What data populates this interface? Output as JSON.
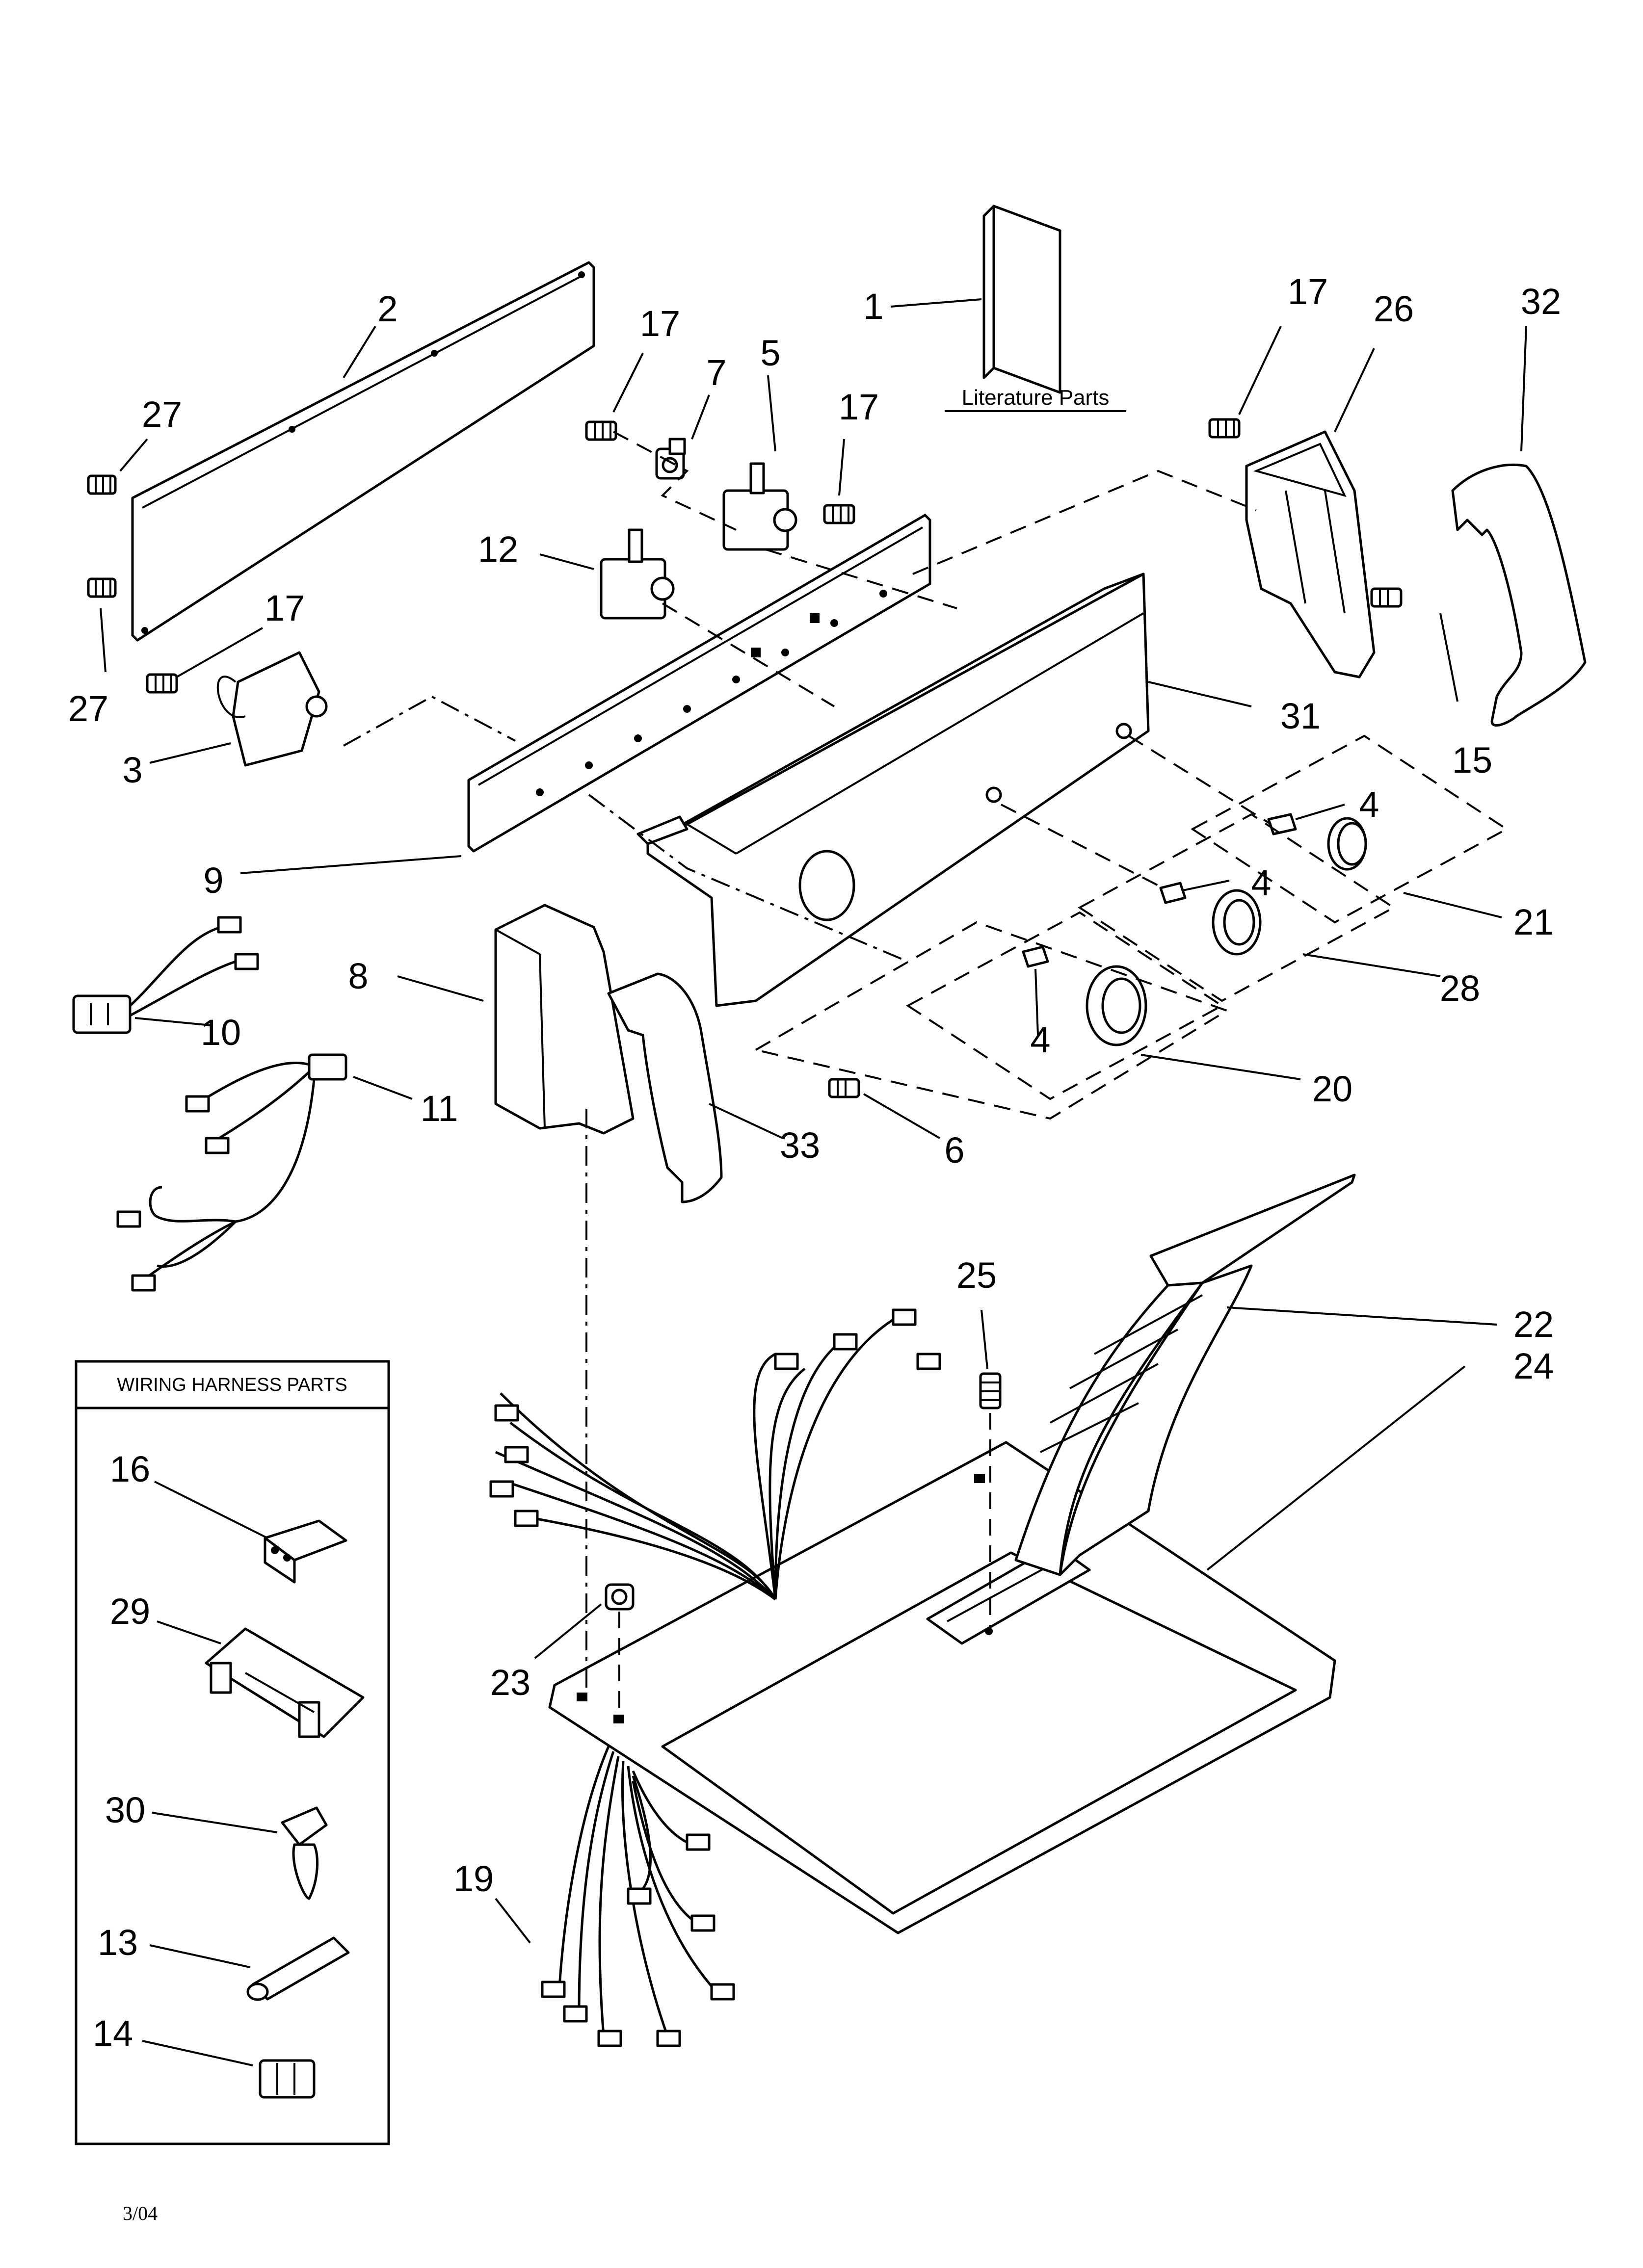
{
  "diagram": {
    "literature_label": "Literature Parts",
    "wiring_box_title": "WIRING HARNESS PARTS",
    "date_code": "3/04",
    "callouts": [
      {
        "id": "c1",
        "text": "1"
      },
      {
        "id": "c2",
        "text": "2"
      },
      {
        "id": "c27a",
        "text": "27"
      },
      {
        "id": "c27b",
        "text": "27"
      },
      {
        "id": "c17a",
        "text": "17"
      },
      {
        "id": "c7",
        "text": "7"
      },
      {
        "id": "c5",
        "text": "5"
      },
      {
        "id": "c17b",
        "text": "17"
      },
      {
        "id": "c17c",
        "text": "17"
      },
      {
        "id": "c26",
        "text": "26"
      },
      {
        "id": "c32",
        "text": "32"
      },
      {
        "id": "c12",
        "text": "12"
      },
      {
        "id": "c17d",
        "text": "17"
      },
      {
        "id": "c3",
        "text": "3"
      },
      {
        "id": "c31",
        "text": "31"
      },
      {
        "id": "c15",
        "text": "15"
      },
      {
        "id": "c9",
        "text": "9"
      },
      {
        "id": "c4a",
        "text": "4"
      },
      {
        "id": "c4b",
        "text": "4"
      },
      {
        "id": "c21",
        "text": "21"
      },
      {
        "id": "c8",
        "text": "8"
      },
      {
        "id": "c28",
        "text": "28"
      },
      {
        "id": "c10",
        "text": "10"
      },
      {
        "id": "c4c",
        "text": "4"
      },
      {
        "id": "c11",
        "text": "11"
      },
      {
        "id": "c20",
        "text": "20"
      },
      {
        "id": "c33",
        "text": "33"
      },
      {
        "id": "c6",
        "text": "6"
      },
      {
        "id": "c25",
        "text": "25"
      },
      {
        "id": "c22",
        "text": "22"
      },
      {
        "id": "c24",
        "text": "24"
      },
      {
        "id": "c16",
        "text": "16"
      },
      {
        "id": "c29",
        "text": "29"
      },
      {
        "id": "c23",
        "text": "23"
      },
      {
        "id": "c30",
        "text": "30"
      },
      {
        "id": "c19",
        "text": "19"
      },
      {
        "id": "c13",
        "text": "13"
      },
      {
        "id": "c14",
        "text": "14"
      }
    ]
  }
}
